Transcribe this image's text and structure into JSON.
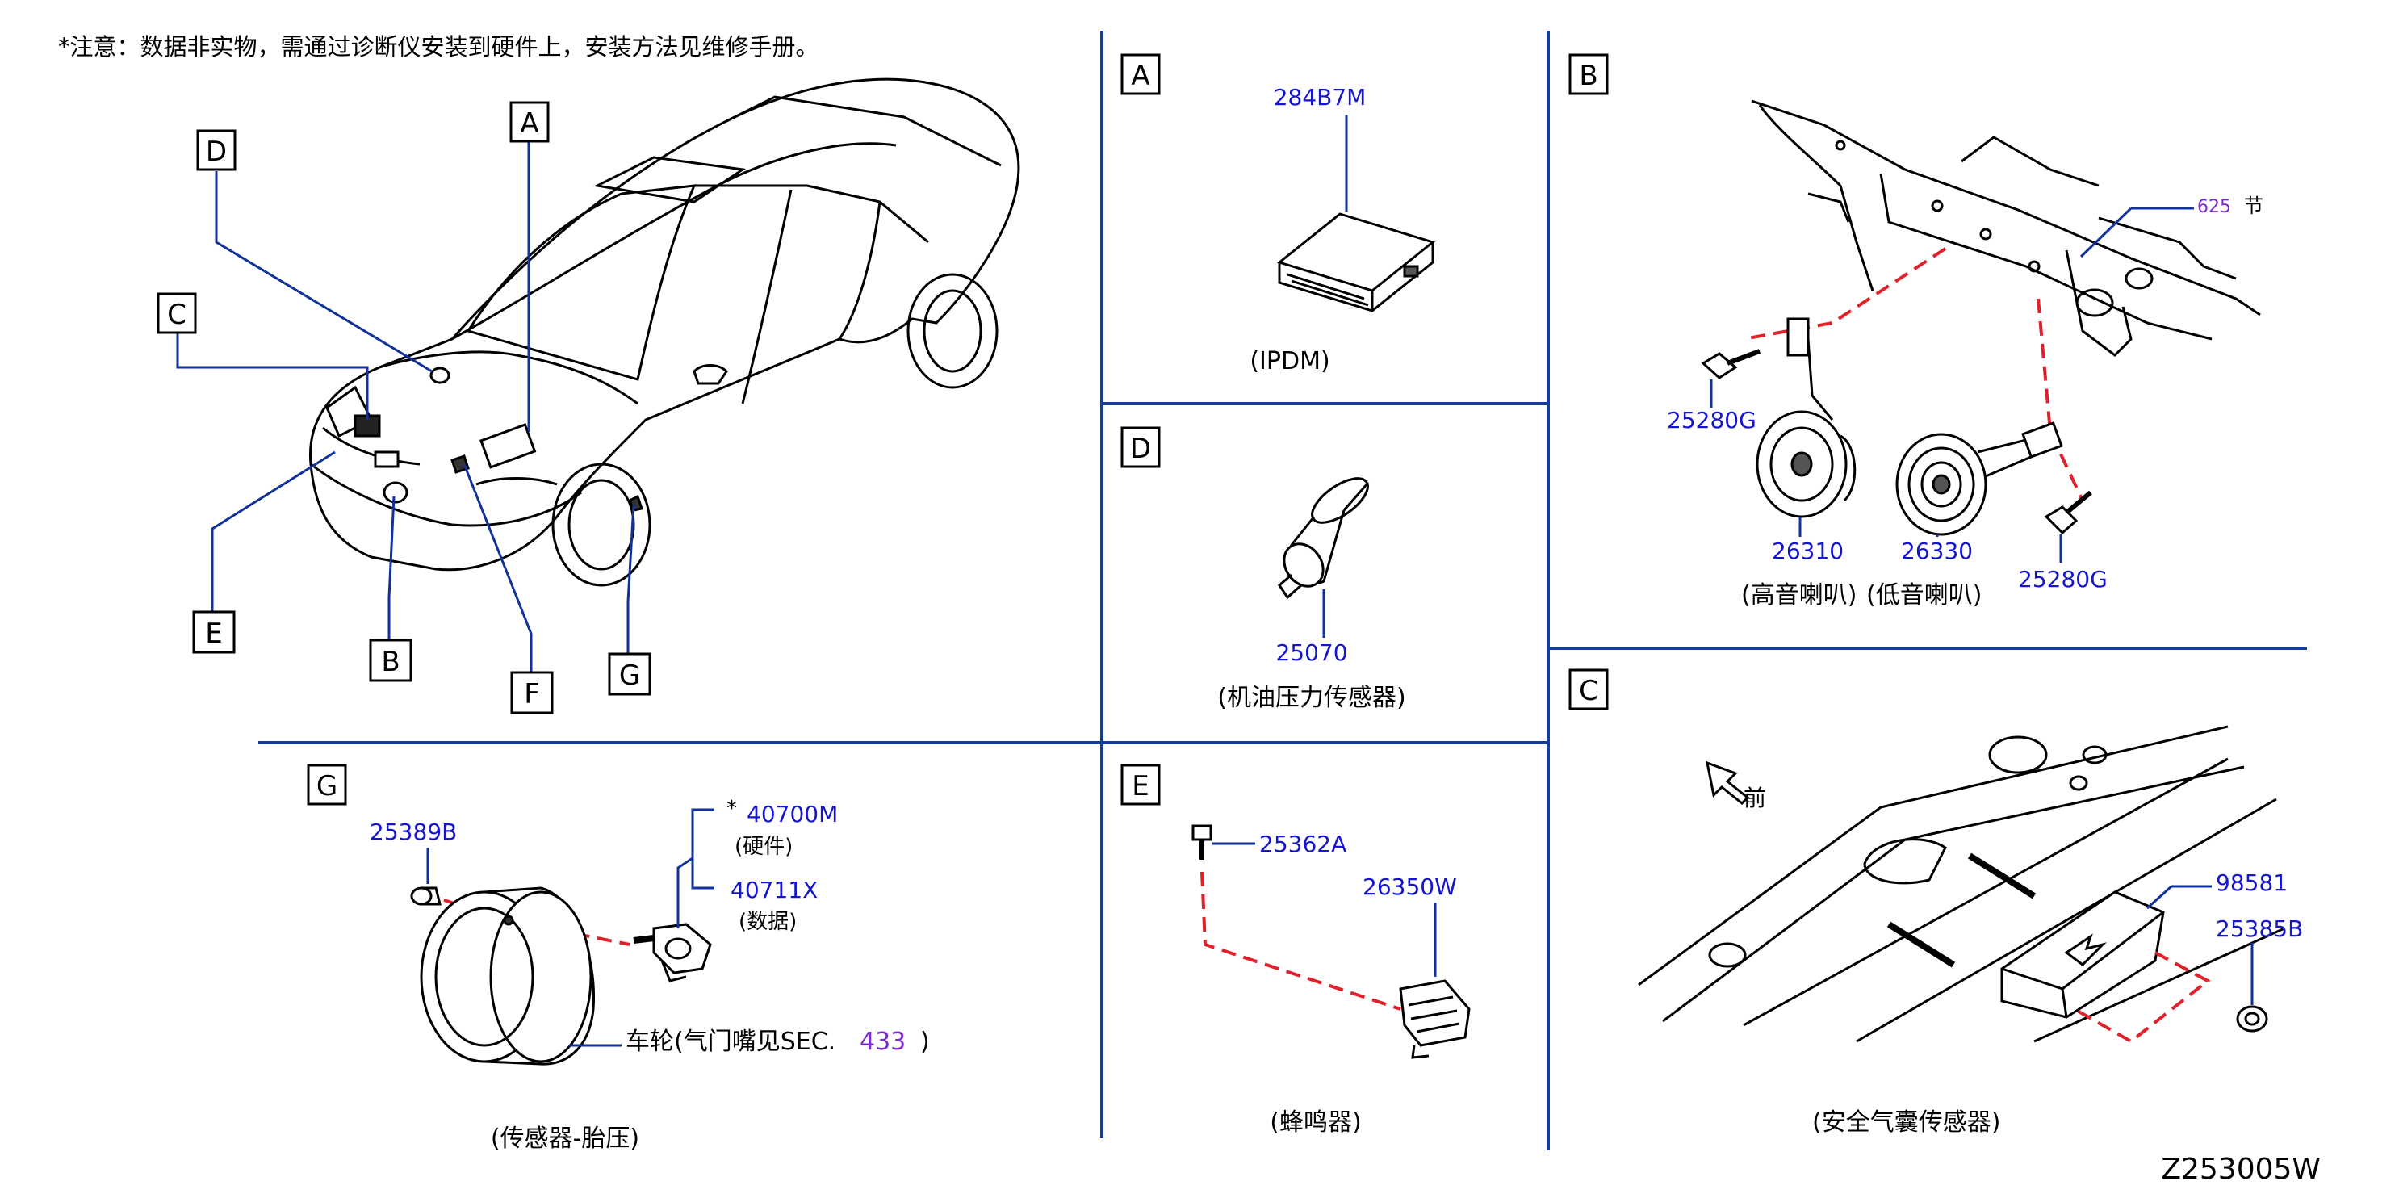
{
  "note": "*注意：数据非实物，需通过诊断仪安装到硬件上，安装方法见维修手册。",
  "diagram_code": "Z253005W",
  "overview": {
    "callouts": [
      "A",
      "B",
      "C",
      "D",
      "E",
      "F",
      "G"
    ]
  },
  "panel_a": {
    "letter": "A",
    "part_number": "284B7M",
    "caption": "(IPDM)"
  },
  "panel_b": {
    "letter": "B",
    "ref_page": "625",
    "ref_suffix": "节",
    "bolt_left": "25280G",
    "bolt_right": "25280G",
    "high_horn_pn": "26310",
    "high_horn_caption": "(高音喇叭)",
    "low_horn_pn": "26330",
    "low_horn_caption": "(低音喇叭)"
  },
  "panel_c": {
    "letter": "C",
    "front_label": "前",
    "sensor_pn": "98581",
    "nut_pn": "25385B",
    "caption": "(安全气囊传感器)"
  },
  "panel_d": {
    "letter": "D",
    "part_number": "25070",
    "caption": "(机油压力传感器)"
  },
  "panel_e": {
    "letter": "E",
    "bolt_pn": "25362A",
    "buzzer_pn": "26350W",
    "caption": "(蜂鸣器)"
  },
  "panel_g": {
    "letter": "G",
    "cap_pn": "25389B",
    "asterisk": "*",
    "hw_pn": "40700M",
    "hw_label": "(硬件)",
    "data_pn": "40711X",
    "data_label": "(数据)",
    "wheel_label": "车轮(气门嘴见SEC.",
    "wheel_ref": "433",
    "wheel_close": ")",
    "caption": "(传感器-胎压)"
  }
}
